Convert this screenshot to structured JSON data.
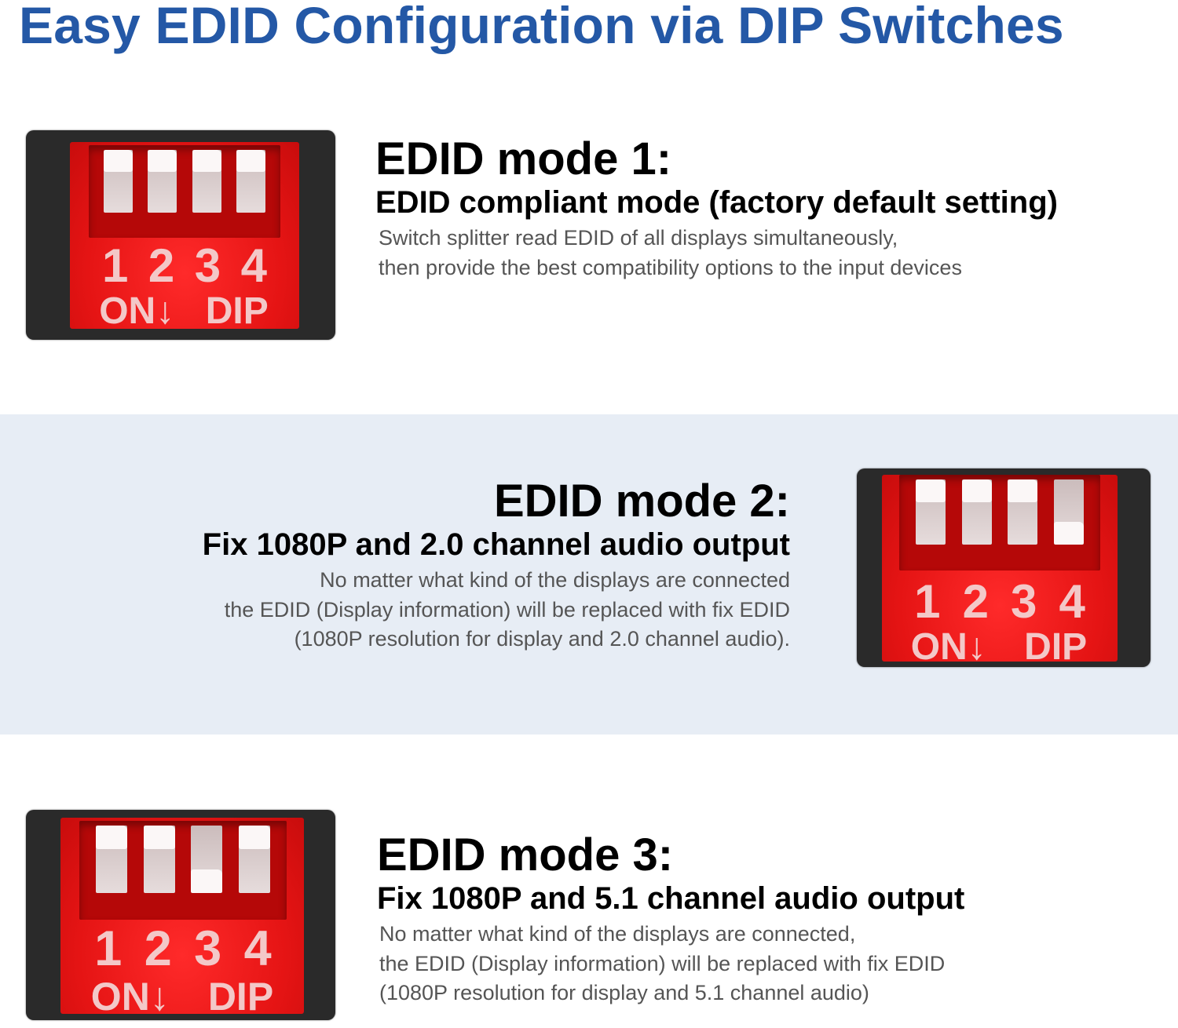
{
  "page": {
    "title": "Easy EDID Configuration via DIP Switches",
    "title_color": "#2458a6",
    "band_color": "#e7edf5"
  },
  "dip_switch": {
    "numbers": [
      "1",
      "2",
      "3",
      "4"
    ],
    "on_label": "ON↓",
    "dip_label": "DIP",
    "body_color": "#ee1c1c",
    "frame_color": "#2a2a2a"
  },
  "modes": [
    {
      "heading": "EDID mode 1:",
      "subheading": "EDID compliant mode (factory default setting)",
      "description": [
        "Switch splitter read EDID of all displays simultaneously,",
        "then provide the best compatibility options to the input devices"
      ],
      "switches": [
        "up",
        "up",
        "up",
        "up"
      ]
    },
    {
      "heading": "EDID mode 2:",
      "subheading": "Fix 1080P and 2.0 channel audio output",
      "description": [
        "No matter what kind of the displays are connected",
        "the EDID (Display information) will be replaced with fix EDID",
        "(1080P resolution for display and 2.0 channel audio)."
      ],
      "switches": [
        "up",
        "up",
        "up",
        "down"
      ]
    },
    {
      "heading": "EDID mode 3:",
      "subheading": "Fix 1080P and 5.1 channel audio output",
      "description": [
        "No matter what kind of the displays are connected,",
        "the EDID (Display information) will be replaced with fix EDID",
        "(1080P resolution for display and 5.1 channel audio)"
      ],
      "switches": [
        "up",
        "up",
        "down",
        "up"
      ]
    }
  ]
}
